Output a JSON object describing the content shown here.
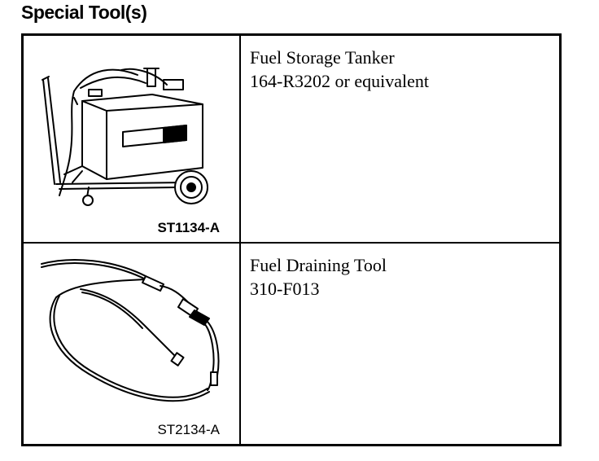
{
  "heading": "Special Tool(s)",
  "tools": [
    {
      "name": "Fuel Storage Tanker",
      "part": "164-R3202 or equivalent",
      "figure": "ST1134-A",
      "icon": "fuel-storage-tanker-illustration"
    },
    {
      "name": "Fuel Draining Tool",
      "part": "310-F013",
      "figure": "ST2134-A",
      "icon": "fuel-draining-tool-illustration"
    }
  ]
}
